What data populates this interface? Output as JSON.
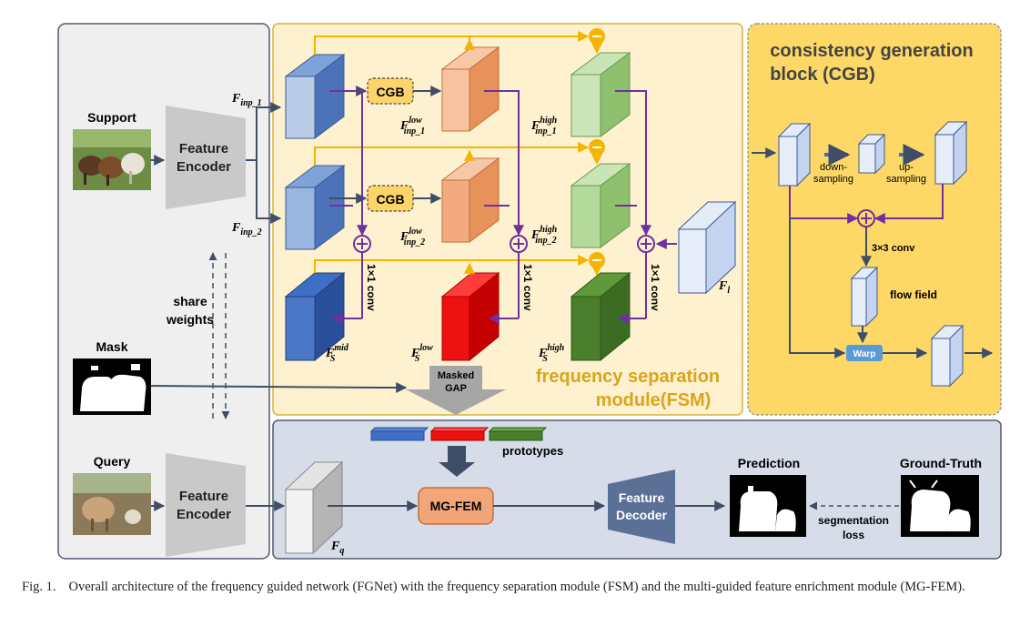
{
  "figure": {
    "left_panel": {
      "support_label": "Support",
      "mask_label": "Mask",
      "query_label": "Query",
      "encoder_line1": "Feature",
      "encoder_line2": "Encoder",
      "share_line1": "share",
      "share_line2": "weights"
    },
    "fsm": {
      "title_line1": "frequency separation",
      "title_line2": "module(FSM)",
      "cgb_label": "CGB",
      "conv_label": "1×1 conv",
      "f_inp1": "F",
      "f_inp1_sub": "inp_1",
      "f_inp2": "F",
      "f_inp2_sub": "inp_2",
      "low1_sup": "low",
      "low1_sub": "inp_1",
      "high1_sup": "high",
      "high1_sub": "inp_1",
      "low2_sup": "low",
      "low2_sub": "inp_2",
      "high2_sup": "high",
      "high2_sub": "inp_2",
      "s_mid_sup": "mid",
      "s_low_sup": "low",
      "s_high_sup": "high",
      "s_sub": "S",
      "fl_sub": "l",
      "masked_gap_line1": "Masked",
      "masked_gap_line2": "GAP"
    },
    "cgb_panel": {
      "title_line1": "consistency generation",
      "title_line2": "block (CGB)",
      "down_line1": "down-",
      "down_line2": "sampling",
      "up_line1": "up-",
      "up_line2": "sampling",
      "conv_label": "3×3 conv",
      "flow_label": "flow field",
      "warp_label": "Warp"
    },
    "bottom": {
      "prototypes_label": "prototypes",
      "mgfem_label": "MG-FEM",
      "decoder_line1": "Feature",
      "decoder_line2": "Decoder",
      "fq_sub": "q",
      "prediction_label": "Prediction",
      "gt_label": "Ground-Truth",
      "loss_line1": "segmentation",
      "loss_line2": "loss"
    }
  },
  "caption": {
    "label": "Fig. 1.",
    "text": "Overall architecture of the frequency guided network (FGNet) with the frequency separation module (FSM) and the multi-guided feature enrichment module (MG-FEM)."
  },
  "colors": {
    "fsm_bg": "#fdf1cf",
    "fsm_border": "#d9b23b",
    "cgb_bg": "#fdd867",
    "bottom_bg": "#d6dde9",
    "left_bg": "#efefef",
    "arrow_dark": "#3f4e67",
    "arrow_purple": "#7030a0",
    "arrow_yellow": "#f4b400",
    "cube_blue": "#5a85cc",
    "cube_orange": "#f2a36f",
    "cube_green": "#a5cf8e",
    "cube_red": "#ee1111",
    "cube_darkgreen": "#4b7e2c",
    "mgfem": "#f3a57a"
  }
}
